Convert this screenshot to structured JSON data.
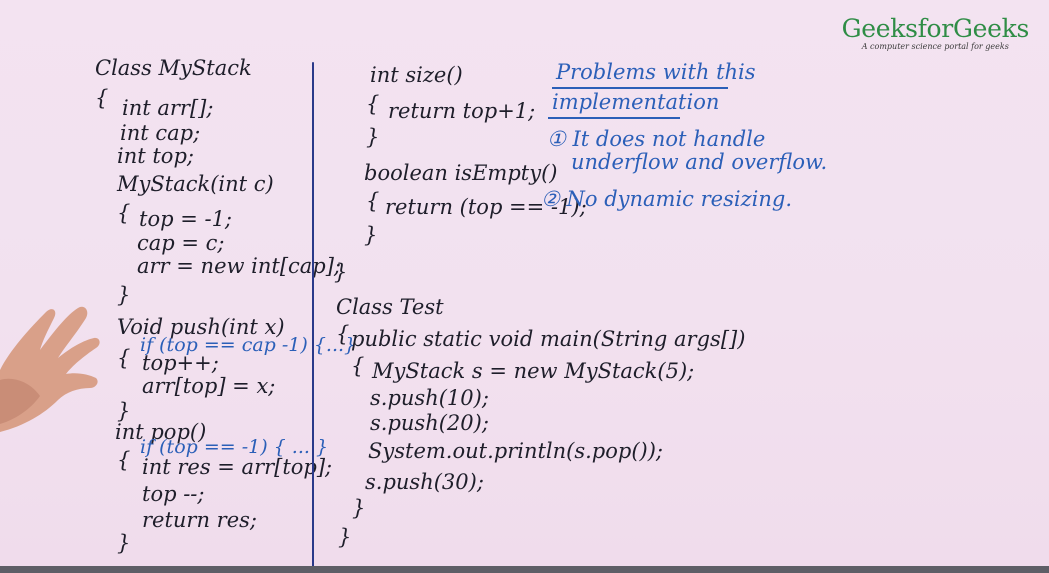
{
  "logo": {
    "name": "GeeksforGeeks",
    "tagline": "A computer science portal for geeks"
  },
  "left_code": [
    "Class MyStack",
    "{",
    "int arr[];",
    "int cap;",
    "int top;",
    "MyStack(int c)",
    "{",
    "top = -1;",
    "cap = c;",
    "arr = new int[cap];",
    "}",
    "Void push(int x)",
    "if (top == cap -1) {...}",
    "{",
    "top++;",
    "arr[top] = x;",
    "}",
    "int pop()",
    "if (top == -1) { ... }",
    "{",
    "int res = arr[top];",
    "top --;",
    "return res;",
    "}"
  ],
  "right_code": [
    "int size()",
    "{",
    "return top+1;",
    "}",
    "boolean isEmpty()",
    "{",
    "return (top == -1);",
    "}",
    "}",
    "Class Test",
    "{",
    "public static void main(String args[])",
    "{",
    "MyStack s = new MyStack(5);",
    "s.push(10);",
    "s.push(20);",
    "System.out.println(s.pop());",
    "s.push(30);",
    "}",
    "}"
  ],
  "notes": {
    "title_line1": "Problems with this",
    "title_line2": "implementation",
    "item1_line1": "① It does not handle",
    "item1_line2": "underflow and overflow.",
    "item2": "② No dynamic resizing."
  }
}
